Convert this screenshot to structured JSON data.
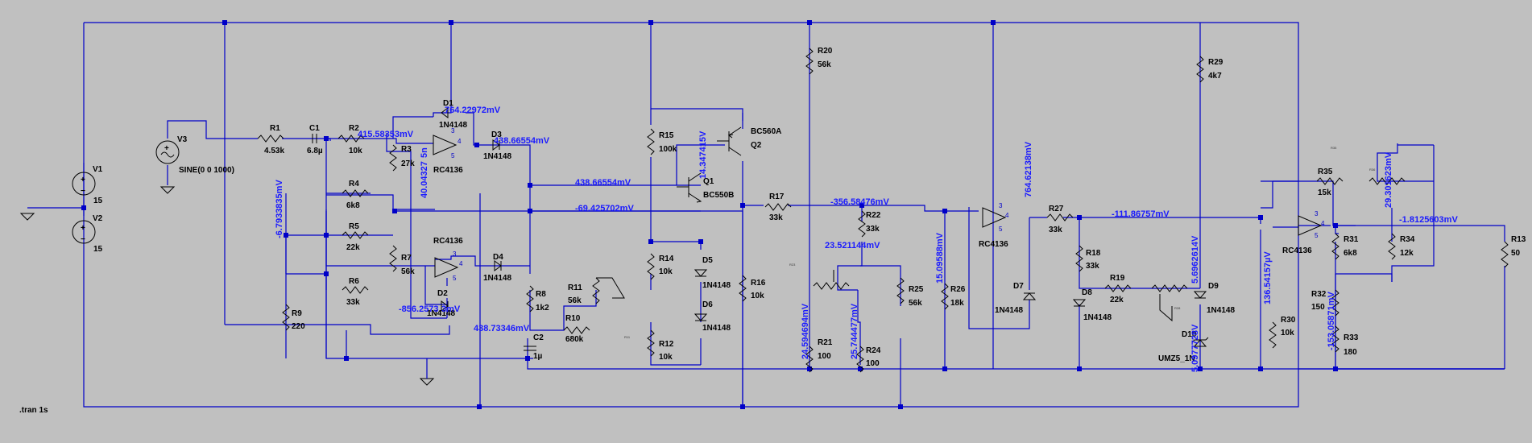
{
  "directive": ".tran 1s",
  "sources": {
    "v1": {
      "name": "V1",
      "value": "15"
    },
    "v2": {
      "name": "V2",
      "value": "15"
    },
    "v3": {
      "name": "V3",
      "value": "SINE(0 0 1000)"
    }
  },
  "resistors": {
    "r1": {
      "name": "R1",
      "value": "4.53k"
    },
    "r2": {
      "name": "R2",
      "value": "10k"
    },
    "r3": {
      "name": "R3",
      "value": "27k"
    },
    "r4": {
      "name": "R4",
      "value": "6k8"
    },
    "r5": {
      "name": "R5",
      "value": "22k"
    },
    "r6": {
      "name": "R6",
      "value": "33k"
    },
    "r7": {
      "name": "R7",
      "value": "56k"
    },
    "r8": {
      "name": "R8",
      "value": "1k2"
    },
    "r9": {
      "name": "R9",
      "value": "220"
    },
    "r10": {
      "name": "R10",
      "value": "680k"
    },
    "r11": {
      "name": "R11",
      "value": "56k"
    },
    "r12": {
      "name": "R12",
      "value": "10k"
    },
    "r13": {
      "name": "R13",
      "value": "50"
    },
    "r14": {
      "name": "R14",
      "value": "10k"
    },
    "r15": {
      "name": "R15",
      "value": "100k"
    },
    "r16": {
      "name": "R16",
      "value": "10k"
    },
    "r17": {
      "name": "R17",
      "value": "33k"
    },
    "r18": {
      "name": "R18",
      "value": "33k"
    },
    "r19": {
      "name": "R19",
      "value": "22k"
    },
    "r20": {
      "name": "R20",
      "value": "56k"
    },
    "r21": {
      "name": "R21",
      "value": "100"
    },
    "r22": {
      "name": "R22",
      "value": "33k"
    },
    "r24": {
      "name": "R24",
      "value": "100"
    },
    "r25": {
      "name": "R25",
      "value": "56k"
    },
    "r26": {
      "name": "R26",
      "value": "18k"
    },
    "r27": {
      "name": "R27",
      "value": "33k"
    },
    "r29": {
      "name": "R29",
      "value": "4k7"
    },
    "r30": {
      "name": "R30",
      "value": "10k"
    },
    "r31": {
      "name": "R31",
      "value": "6k8"
    },
    "r32": {
      "name": "R32",
      "value": "150"
    },
    "r33": {
      "name": "R33",
      "value": "180"
    },
    "r34": {
      "name": "R34",
      "value": "12k"
    },
    "r35": {
      "name": "R35",
      "value": "15k"
    }
  },
  "capacitors": {
    "c1": {
      "name": "C1",
      "value": "6.8µ"
    },
    "c2": {
      "name": "C2",
      "value": "1µ"
    }
  },
  "diodes": {
    "d1": {
      "name": "D1",
      "value": "1N4148"
    },
    "d2": {
      "name": "D2",
      "value": "1N4148"
    },
    "d3": {
      "name": "D3",
      "value": "1N4148"
    },
    "d4": {
      "name": "D4",
      "value": "1N4148"
    },
    "d5": {
      "name": "D5",
      "value": "1N4148"
    },
    "d6": {
      "name": "D6",
      "value": "1N4148"
    },
    "d7": {
      "name": "D7",
      "value": "1N4148"
    },
    "d8": {
      "name": "D8",
      "value": "1N4148"
    },
    "d9": {
      "name": "D9",
      "value": "1N4148"
    },
    "d10": {
      "name": "D10",
      "value": "UMZ5_1N"
    }
  },
  "transistors": {
    "q1": {
      "name": "Q1",
      "model": "BC550B"
    },
    "q2": {
      "name": "Q2",
      "model": "BC560A"
    }
  },
  "opamp_model": "RC4136",
  "pins": {
    "p3": "3",
    "p4": "4",
    "p5": "5"
  },
  "measurements": {
    "m1": "764.22972mV",
    "m2": "415.58353mV",
    "m3": "438.66554mV",
    "m4": "40.04327",
    "m5": "5n",
    "m6": "14.347415V",
    "m7": "438.66554mV",
    "m8": "-69.425702mV",
    "m9": "-6.7933835mV",
    "m10": "-856.2573",
    "m11": "3mV",
    "m12": "438.73346mV",
    "m13": "-356.58476mV",
    "m14": "23.521144mV",
    "m15": "24.594694mV",
    "m16": "25.744477mV",
    "m17": "15.09588mV",
    "m18": "764.62138mV",
    "m19": "-111.86757mV",
    "m20": "5.6962614V",
    "m21": "5.0977728V",
    "m22": "136.54157µV",
    "m23": "29.301623mV",
    "m24": "-1.8125603mV",
    "m25": "-153.05871mV"
  }
}
